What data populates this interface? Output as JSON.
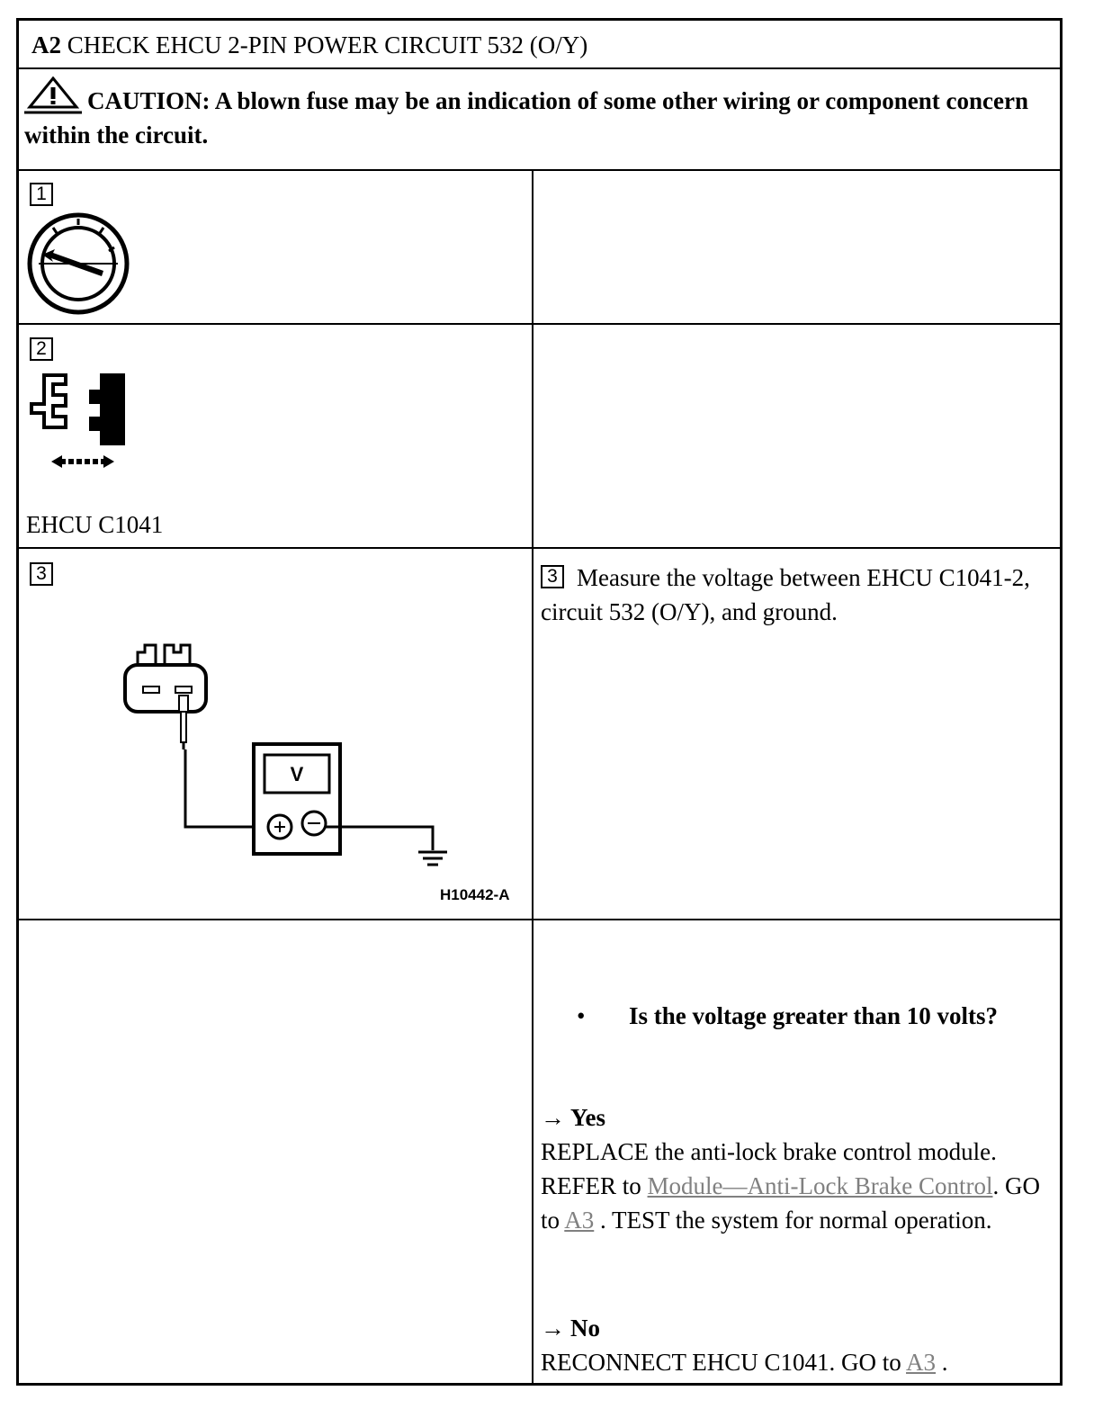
{
  "header": {
    "step_id": "A2",
    "title": "CHECK EHCU 2-PIN POWER CIRCUIT 532 (O/Y)"
  },
  "caution": {
    "text": "CAUTION: A blown fuse may be an indication of some other wiring or component concern within the circuit."
  },
  "steps": [
    {
      "number": "1",
      "icon": "ignition-switch-off-icon"
    },
    {
      "number": "2",
      "icon": "disconnect-connector-icon",
      "label": "EHCU C1041"
    },
    {
      "number": "3",
      "figure_id": "H10442-A",
      "meter_label": "V",
      "instruction": "Measure the voltage between EHCU C1041-2, circuit 532 (O/Y), and ground."
    }
  ],
  "question": {
    "text": "Is the voltage greater than 10 volts?"
  },
  "answers": {
    "yes": {
      "label": "Yes",
      "text_1": "REPLACE the anti-lock brake control module. REFER to ",
      "link_1": "Module—Anti-Lock Brake Control",
      "text_2": ". GO to ",
      "link_2": "A3",
      "text_3": " . TEST the system for normal operation."
    },
    "no": {
      "label": "No",
      "text_1": "RECONNECT EHCU C1041. GO to ",
      "link_1": "A3",
      "text_2": " ."
    }
  },
  "colors": {
    "link": "#808080",
    "ink": "#000000"
  }
}
